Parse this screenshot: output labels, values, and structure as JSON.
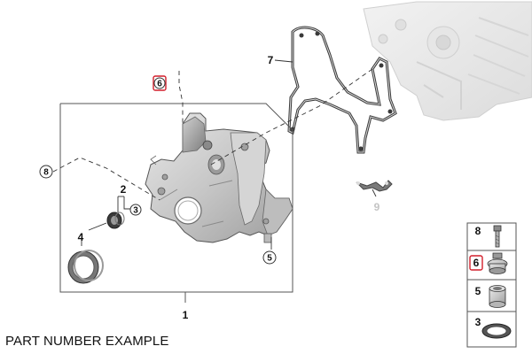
{
  "diagram": {
    "caption": "PART NUMBER EXAMPLE",
    "labels": {
      "p1": "1",
      "p2": "2",
      "p3": "3",
      "p4": "4",
      "p5": "5",
      "p6": "6",
      "p7": "7",
      "p8": "8",
      "p9": "9"
    },
    "legend": [
      {
        "number": "8",
        "part": "bolt"
      },
      {
        "number": "6",
        "part": "plug with seal ring"
      },
      {
        "number": "5",
        "part": "sleeve"
      },
      {
        "number": "3",
        "part": "seal ring"
      }
    ],
    "highlight_color": "#d21f2b",
    "ghost_color": "#c4c4c4"
  }
}
